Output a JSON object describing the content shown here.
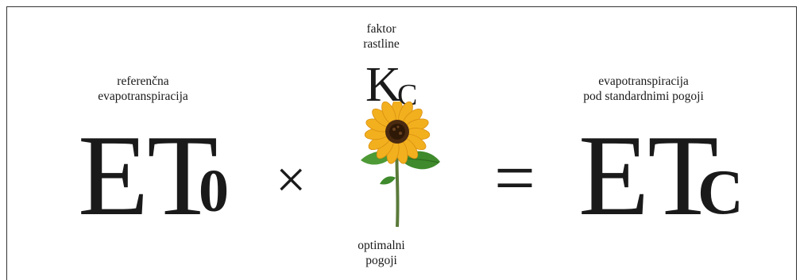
{
  "left": {
    "caption": [
      "referenčna",
      "evapotranspiracija"
    ],
    "main": "ET",
    "subscript": "0"
  },
  "operator_multiply": "×",
  "middle": {
    "caption_top": [
      "faktor",
      "rastline"
    ],
    "main": "K",
    "subscript": "C",
    "caption_bottom": [
      "optimalni",
      "pogoji"
    ]
  },
  "operator_equals": "=",
  "right": {
    "caption": [
      "evapotranspiracija",
      "pod standardnimi pogoji"
    ],
    "main": "ET",
    "subscript": "C"
  },
  "icons": {
    "flower": "sunflower-icon"
  },
  "colors": {
    "text": "#1a1a1a",
    "petal": "#f2b01e",
    "center": "#4a2a10",
    "leaf": "#3f8a2c",
    "stem": "#5a7a3a"
  }
}
